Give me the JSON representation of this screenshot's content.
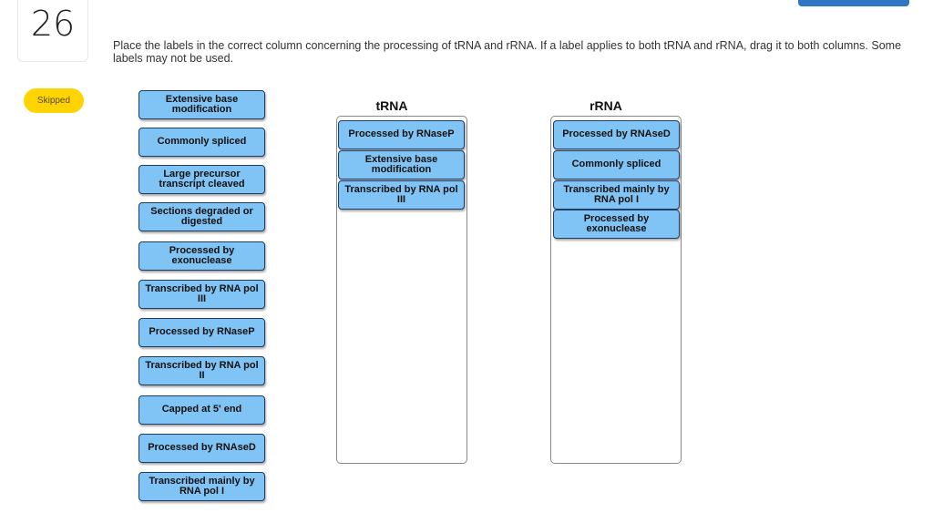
{
  "question": {
    "number": "26",
    "status": "Skipped"
  },
  "instructions": "Place the labels in the correct column concerning the processing of tRNA and rRNA. If a label applies to both tRNA and rRNA, drag it to both columns. Some labels may not be used.",
  "bank": {
    "labels": [
      "Extensive base modification",
      "Commonly spliced",
      "Large precursor transcript cleaved",
      "Sections degraded or digested",
      "Processed by exonuclease",
      "Transcribed by RNA pol III",
      "Processed by RNaseP",
      "Transcribed by RNA pol II",
      "Capped at 5' end",
      "Processed by RNAseD",
      "Transcribed mainly by RNA pol I"
    ]
  },
  "columns": {
    "trna": {
      "title": "tRNA",
      "labels": [
        "Processed by RNaseP",
        "Extensive base modification",
        "Transcribed by RNA pol III"
      ]
    },
    "rrna": {
      "title": "rRNA",
      "labels": [
        "Processed by RNAseD",
        "Commonly spliced",
        "Transcribed mainly by RNA pol I",
        "Processed by exonuclease"
      ]
    }
  },
  "colors": {
    "label_fill": "#80c4f5",
    "label_border": "#1f3c66",
    "badge": "#ffd400",
    "top_button": "#2f77c4"
  }
}
